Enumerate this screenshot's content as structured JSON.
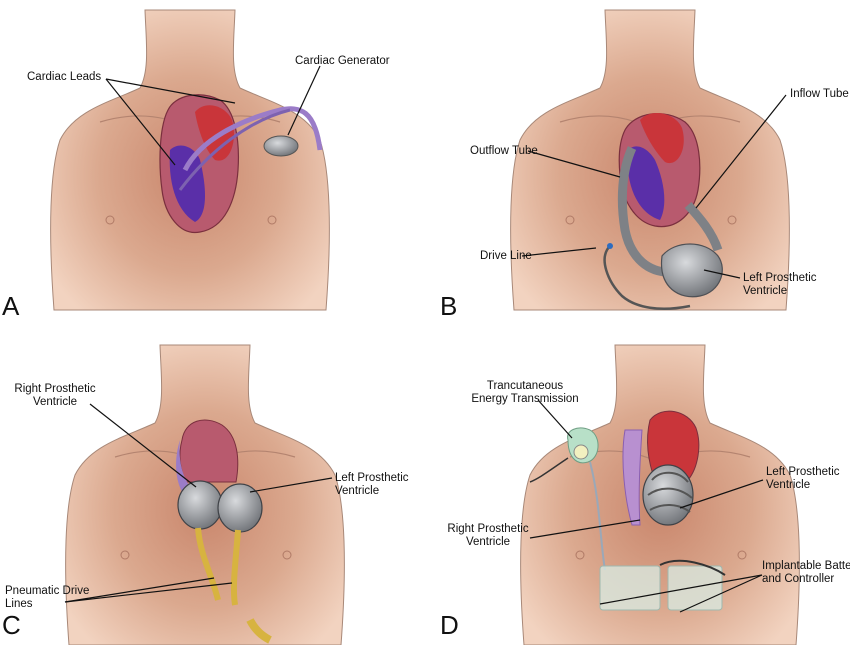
{
  "panels": [
    {
      "letter": "A",
      "labels": {
        "cardiac_leads": "Cardiac Leads",
        "cardiac_generator": "Cardiac Generator"
      }
    },
    {
      "letter": "B",
      "labels": {
        "inflow_tube": "Inflow Tube",
        "outflow_tube": "Outflow Tube",
        "drive_line": "Drive Line",
        "left_prosthetic_ventricle_1": "Left Prosthetic",
        "left_prosthetic_ventricle_2": "Ventricle"
      }
    },
    {
      "letter": "C",
      "labels": {
        "right_prosthetic_ventricle_1": "Right Prosthetic",
        "right_prosthetic_ventricle_2": "Ventricle",
        "left_prosthetic_ventricle_1": "Left Prosthetic",
        "left_prosthetic_ventricle_2": "Ventricle",
        "pneumatic_drive_lines_1": "Pneumatic Drive",
        "pneumatic_drive_lines_2": "Lines"
      }
    },
    {
      "letter": "D",
      "labels": {
        "tet_1": "Trancutaneous",
        "tet_2": "Energy Transmission",
        "left_prosthetic_ventricle_1": "Left Prosthetic",
        "left_prosthetic_ventricle_2": "Ventricle",
        "right_prosthetic_ventricle_1": "Right Prosthetic",
        "right_prosthetic_ventricle_2": "Ventricle",
        "battery_1": "Implantable Battery",
        "battery_2": "and Controller"
      }
    }
  ],
  "colors": {
    "skin": "#e8bfa4",
    "skin_shadow": "#c9866c",
    "heart_red": "#c9353a",
    "heart_blue": "#5a2fa8",
    "heart_violet": "#9b7cc8",
    "device_grey": "#8a8d92",
    "drive_line_yellow": "#d7b340",
    "leader_line": "#111111"
  }
}
